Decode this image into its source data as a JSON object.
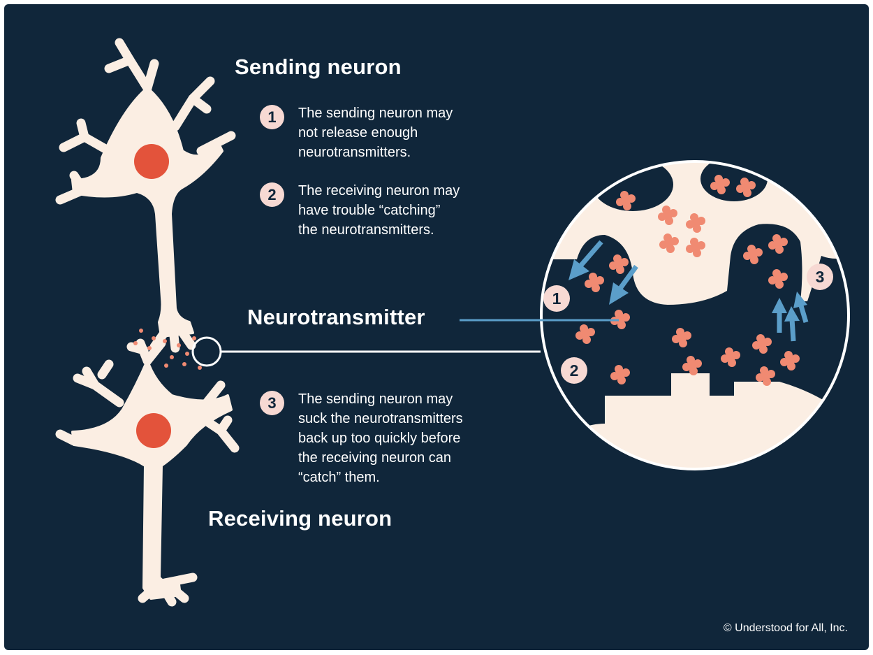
{
  "diagram": {
    "sending_label": "Sending neuron",
    "receiving_label": "Receiving neuron",
    "neurotransmitter_label": "Neurotransmitter",
    "steps": [
      {
        "number": "1",
        "text": "The sending neuron may\nnot release enough\nneurotransmitters."
      },
      {
        "number": "2",
        "text": "The receiving neuron may\nhave trouble “catching”\nthe neurotransmitters."
      },
      {
        "number": "3",
        "text": "The sending neuron may\nsuck the neurotransmitters\nback up too quickly before\nthe receiving neuron can\n“catch” them."
      }
    ],
    "zoom_badges": [
      "1",
      "2",
      "3"
    ],
    "credit": "© Understood for All, Inc."
  },
  "colors": {
    "background": "#10263a",
    "neuron_body": "#fbeee3",
    "nucleus": "#e3533b",
    "neurotransmitter": "#f08a72",
    "arrow": "#5b9ec9",
    "badge": "#f7d9d3"
  }
}
